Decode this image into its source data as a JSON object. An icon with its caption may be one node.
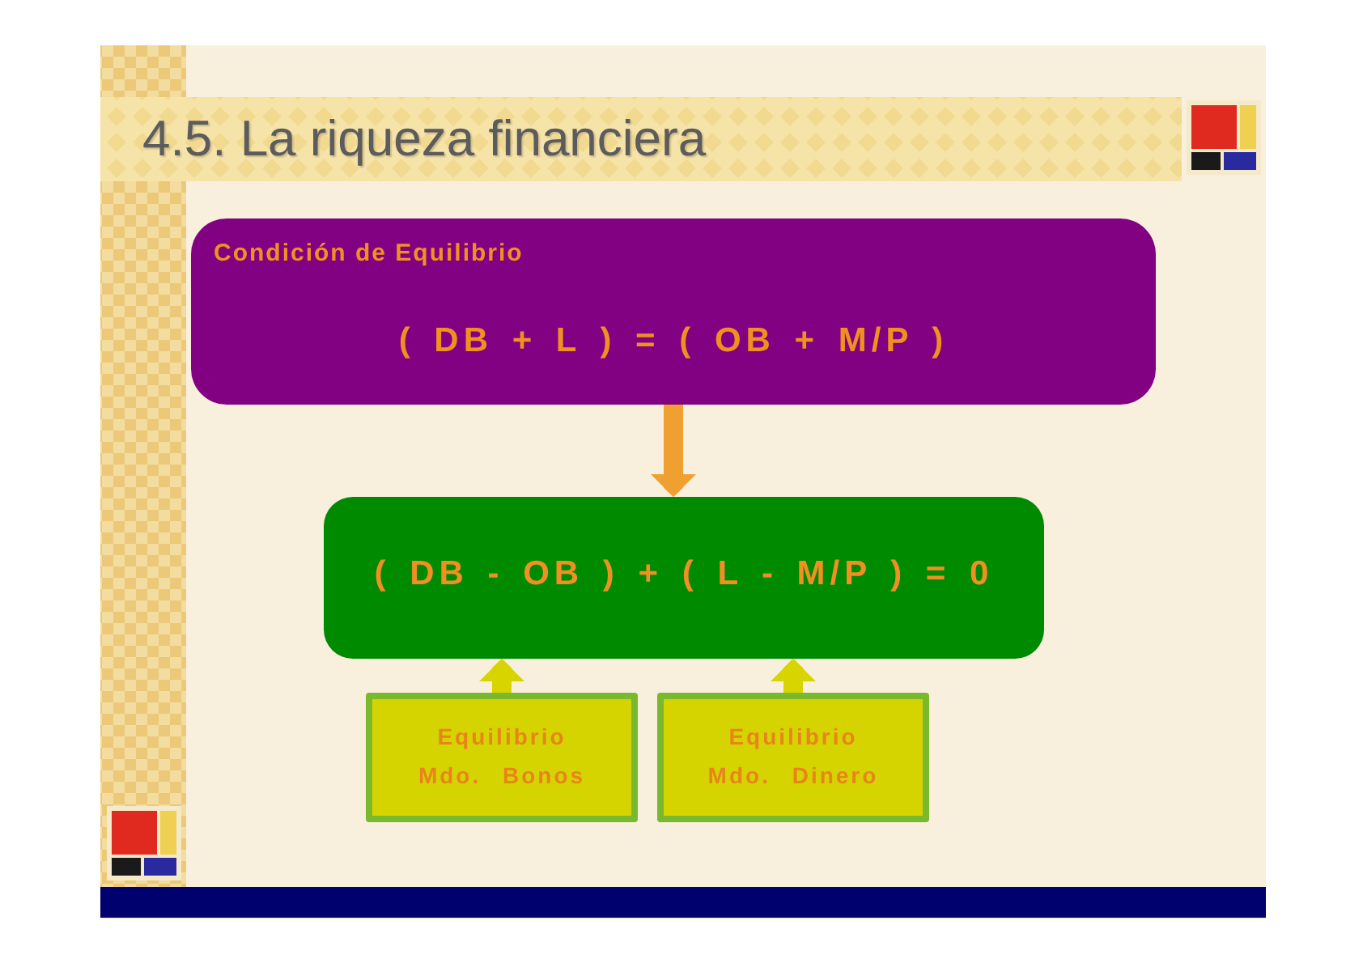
{
  "diagram": {
    "title": "4.5. La riqueza financiera",
    "nodes": [
      {
        "text": [
          "Condición de Equilibrio",
          "( DB + L ) = ( OB + M/P )"
        ]
      },
      {
        "text": [
          "( DB - OB ) + ( L - M/P ) = 0"
        ]
      },
      {
        "text": [
          "Equilibrio Mdo. Bonos"
        ]
      },
      {
        "text": [
          "Equilibrio Mdo. Dinero"
        ]
      }
    ],
    "edges": [
      {
        "from": 0,
        "to": 1,
        "arrow": "to",
        "color": "#f0a030"
      },
      {
        "from": 2,
        "to": 1,
        "arrow": "to"
      },
      {
        "from": 3,
        "to": 1,
        "arrow": "to"
      }
    ]
  }
}
